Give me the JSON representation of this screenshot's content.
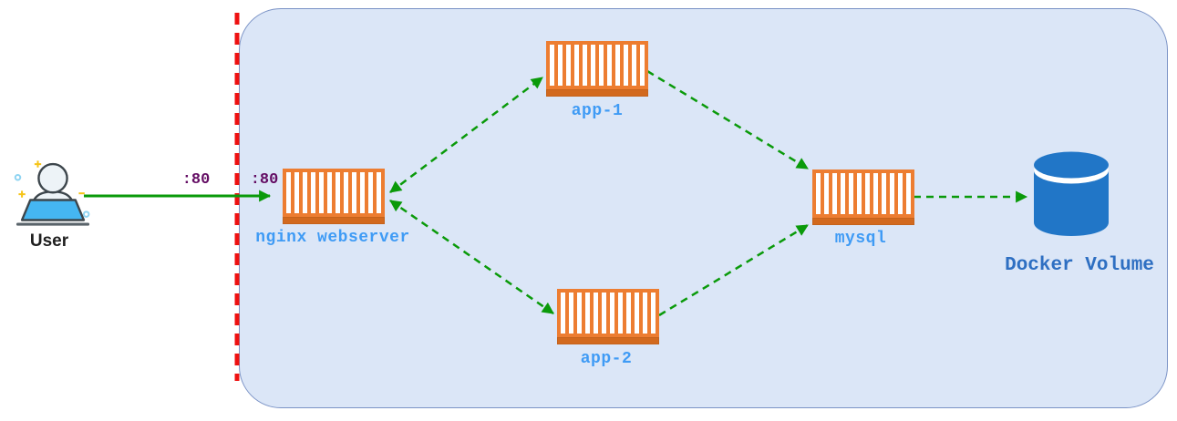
{
  "diagram": {
    "user": {
      "label": "User",
      "icon": "person-at-laptop-icon"
    },
    "ports": {
      "outside_label": ":80",
      "inside_label": ":80"
    },
    "containers": [
      {
        "id": "nginx",
        "label": "nginx webserver",
        "icon": "container-icon"
      },
      {
        "id": "app-1",
        "label": "app-1",
        "icon": "container-icon"
      },
      {
        "id": "app-2",
        "label": "app-2",
        "icon": "container-icon"
      },
      {
        "id": "mysql",
        "label": "mysql",
        "icon": "container-icon"
      }
    ],
    "volume": {
      "label": "Docker Volume",
      "icon": "database-cylinder-icon"
    },
    "boundary": {
      "type": "vertical-dashed-line",
      "color": "#ee1111"
    },
    "edges": [
      {
        "from": "User",
        "to": "nginx webserver",
        "style": "solid",
        "labels": [
          ":80",
          ":80"
        ],
        "arrow": "end"
      },
      {
        "from": "nginx webserver",
        "to": "app-1",
        "style": "dashed",
        "arrow": "both"
      },
      {
        "from": "nginx webserver",
        "to": "app-2",
        "style": "dashed",
        "arrow": "both"
      },
      {
        "from": "app-1",
        "to": "mysql",
        "style": "dashed",
        "arrow": "end"
      },
      {
        "from": "app-2",
        "to": "mysql",
        "style": "dashed",
        "arrow": "end"
      },
      {
        "from": "mysql",
        "to": "Docker Volume",
        "style": "dashed",
        "arrow": "end"
      }
    ],
    "colors": {
      "host_background": "#dbe6f7",
      "host_border": "#7b93c6",
      "container_orange": "#ed7d31",
      "container_base_orange": "#d2691e",
      "container_label_blue": "#3f9bf5",
      "volume_blue": "#2176c7",
      "volume_label_blue": "#2e6fc2",
      "arrow_green": "#0a9a0a",
      "boundary_red": "#ee1111",
      "port_label_purple": "#630c63",
      "laptop_blue": "#45b6f2"
    }
  }
}
